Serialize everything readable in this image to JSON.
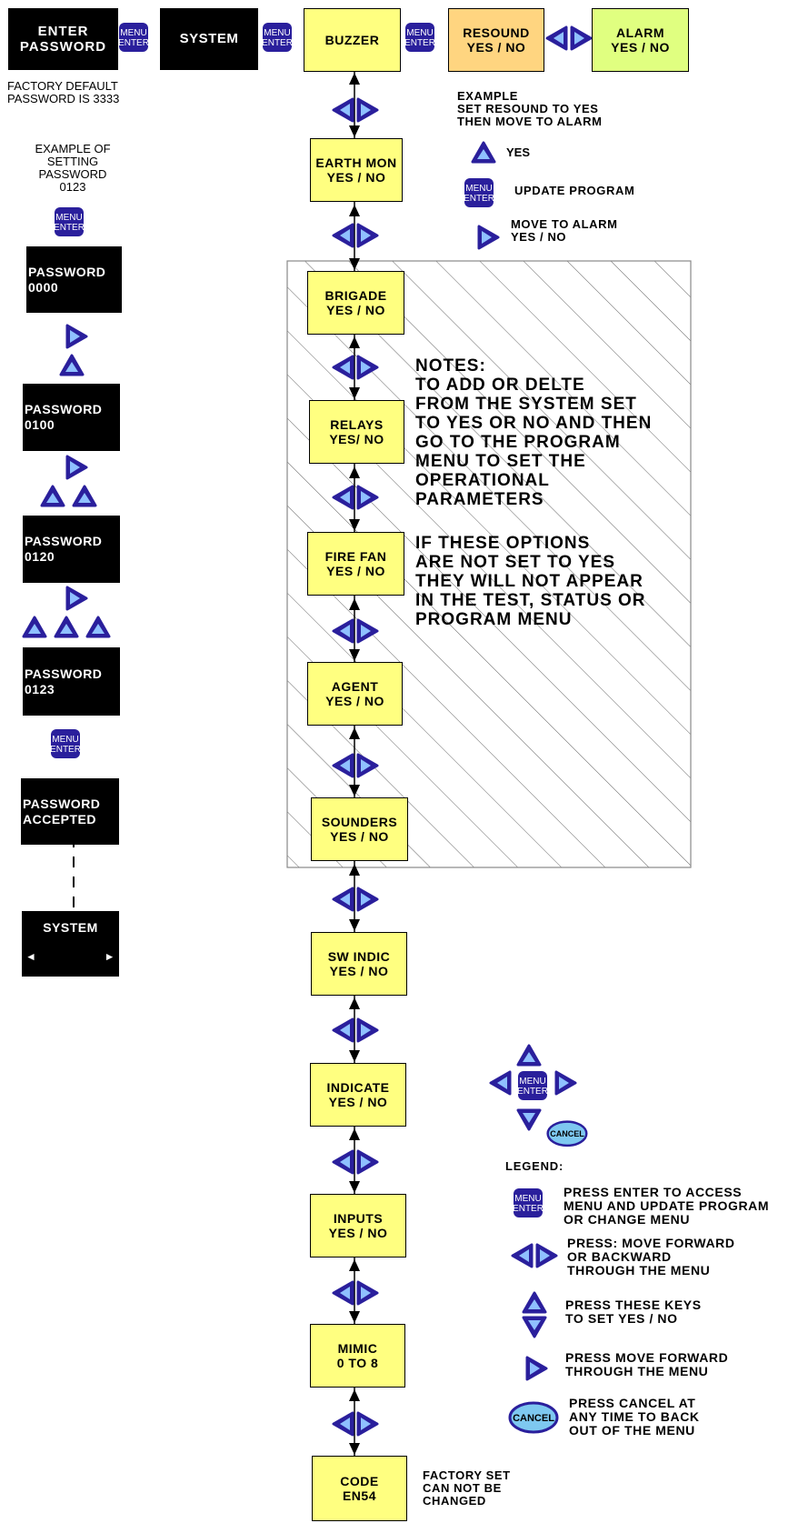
{
  "top_row": {
    "enter_password": "ENTER\nPASSWORD",
    "system": "SYSTEM",
    "buzzer": "BUZZER",
    "resound": "RESOUND\nYES / NO",
    "alarm": "ALARM\nYES / NO"
  },
  "factory_default": "FACTORY DEFAULT\nPASSWORD IS 3333",
  "example_resound": {
    "title": "EXAMPLE\nSET RESOUND TO YES\nTHEN MOVE TO ALARM",
    "yes": "YES",
    "update": "UPDATE PROGRAM",
    "move": "MOVE TO ALARM\nYES / NO"
  },
  "password_example": {
    "title": "EXAMPLE OF\nSETTING\nPASSWORD\n0123",
    "screens": [
      "PASSWORD\n0000",
      "PASSWORD\n0100",
      "PASSWORD\n0120",
      "PASSWORD\n0123",
      "PASSWORD\nACCEPTED"
    ],
    "system_screen": "SYSTEM",
    "arrow_left": "◄",
    "arrow_right": "►"
  },
  "menu_items": [
    "EARTH MON\nYES / NO",
    "BRIGADE\nYES / NO",
    "RELAYS\nYES/ NO",
    "FIRE FAN\nYES / NO",
    "AGENT\nYES / NO",
    "SOUNDERS\nYES / NO",
    "SW INDIC\nYES / NO",
    "INDICATE\nYES / NO",
    "INPUTS\nYES / NO",
    "MIMIC\n0 TO 8",
    "CODE\nEN54"
  ],
  "notes": {
    "block1": "NOTES:\nTO ADD OR DELTE\nFROM THE SYSTEM SET\nTO YES OR NO AND THEN\nGO TO THE PROGRAM\nMENU TO SET THE\nOPERATIONAL\nPARAMETERS",
    "block2": "IF THESE OPTIONS\nARE NOT SET TO YES\nTHEY WILL NOT APPEAR\nIN THE TEST, STATUS OR\nPROGRAM MENU"
  },
  "factory_set": "FACTORY SET\nCAN NOT BE\nCHANGED",
  "keys": {
    "menu_line1": "MENU",
    "menu_line2": "ENTER",
    "cancel": "CANCEL"
  },
  "legend": {
    "title": "LEGEND:",
    "enter": "PRESS ENTER TO ACCESS\nMENU AND UPDATE PROGRAM\nOR CHANGE MENU",
    "left_right": "PRESS: MOVE FORWARD\nOR BACKWARD\nTHROUGH THE MENU",
    "up_down": "PRESS THESE KEYS\nTO SET YES / NO",
    "right": "PRESS MOVE FORWARD\nTHROUGH THE MENU",
    "cancel": "PRESS CANCEL AT\nANY TIME TO BACK\nOUT OF THE MENU"
  },
  "colors": {
    "key_fill": "#2a1f9c",
    "key_inner": "#8fc0ff",
    "yellow_box": "#ffff80",
    "resound_box": "#ffd580",
    "alarm_box": "#e0ff80",
    "cancel_fill": "#7ec8f0"
  }
}
